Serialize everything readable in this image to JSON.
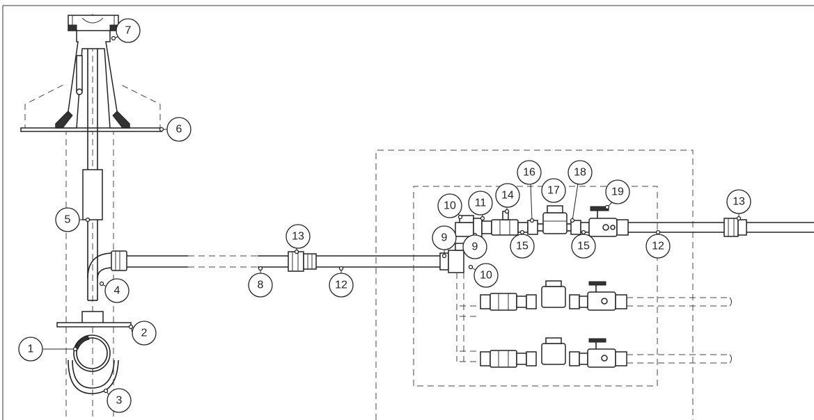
{
  "callouts": [
    {
      "id": "c1",
      "label": "1"
    },
    {
      "id": "c2",
      "label": "2"
    },
    {
      "id": "c3",
      "label": "3"
    },
    {
      "id": "c4",
      "label": "4"
    },
    {
      "id": "c5",
      "label": "5"
    },
    {
      "id": "c6",
      "label": "6"
    },
    {
      "id": "c7",
      "label": "7"
    },
    {
      "id": "c8",
      "label": "8"
    },
    {
      "id": "c9a",
      "label": "9"
    },
    {
      "id": "c9b",
      "label": "9"
    },
    {
      "id": "c10a",
      "label": "10"
    },
    {
      "id": "c10b",
      "label": "10"
    },
    {
      "id": "c11",
      "label": "11"
    },
    {
      "id": "c12a",
      "label": "12"
    },
    {
      "id": "c12b",
      "label": "12"
    },
    {
      "id": "c13a",
      "label": "13"
    },
    {
      "id": "c13b",
      "label": "13"
    },
    {
      "id": "c14",
      "label": "14"
    },
    {
      "id": "c15a",
      "label": "15"
    },
    {
      "id": "c15b",
      "label": "15"
    },
    {
      "id": "c16",
      "label": "16"
    },
    {
      "id": "c17",
      "label": "17"
    },
    {
      "id": "c18",
      "label": "18"
    },
    {
      "id": "c19",
      "label": "19"
    }
  ]
}
